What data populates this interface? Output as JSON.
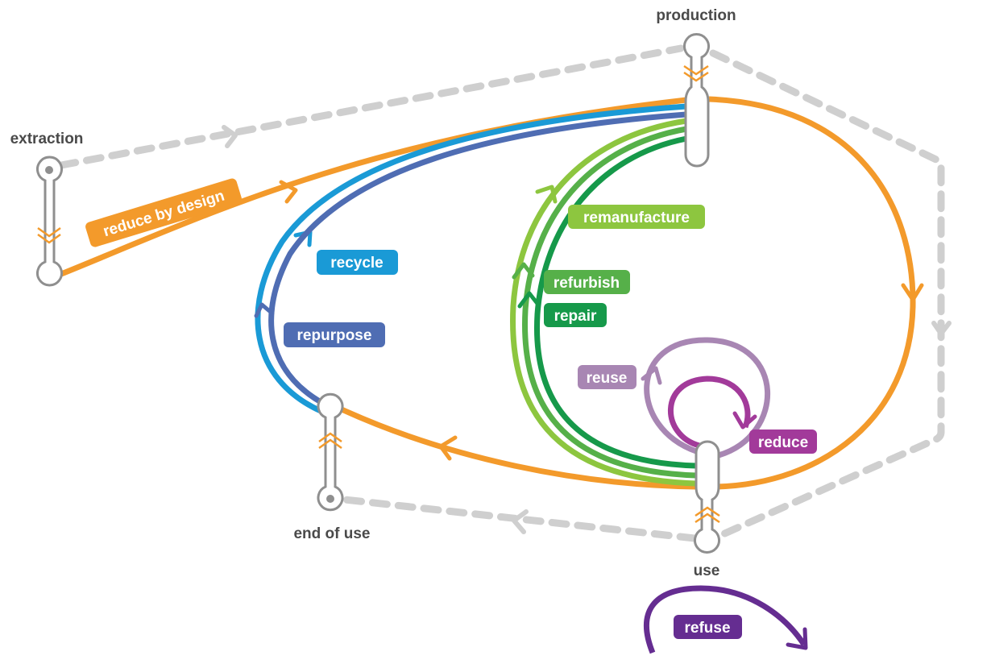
{
  "diagram": {
    "title": "Circular economy loops",
    "stages": {
      "extraction": "extraction",
      "production": "production",
      "use": "use",
      "end_of_use": "end of use"
    },
    "loops": {
      "reduce_by_design": {
        "label": "reduce by design",
        "color": "#f39a2b"
      },
      "recycle": {
        "label": "recycle",
        "color": "#1a9ad6"
      },
      "repurpose": {
        "label": "repurpose",
        "color": "#4f6db3"
      },
      "remanufacture": {
        "label": "remanufacture",
        "color": "#8dc63f"
      },
      "refurbish": {
        "label": "refurbish",
        "color": "#56b049"
      },
      "repair": {
        "label": "repair",
        "color": "#16994a"
      },
      "reuse": {
        "label": "reuse",
        "color": "#a886b3"
      },
      "reduce": {
        "label": "reduce",
        "color": "#a23a9a"
      },
      "refuse": {
        "label": "refuse",
        "color": "#652d91"
      }
    },
    "colors": {
      "main_loop": "#f39a2b",
      "linear_dashed": "#cfcfcf",
      "node_stroke": "#8f8f8f",
      "stage_text": "#4a4a4a"
    }
  }
}
